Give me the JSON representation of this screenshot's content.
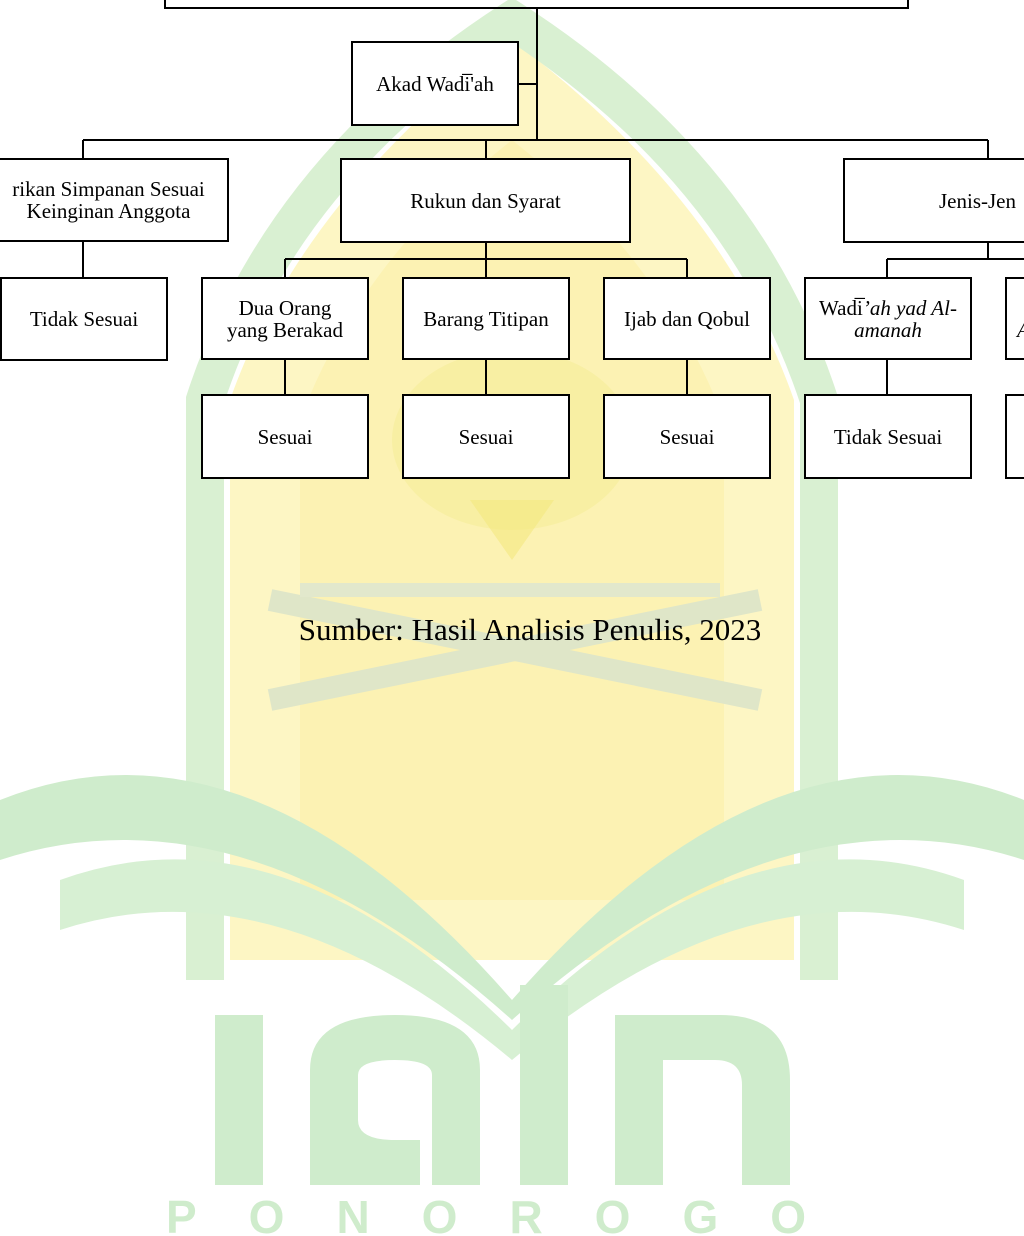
{
  "colors": {
    "watermark_green": "#cfeccc",
    "watermark_yellow": "#fbf3b5",
    "line": "#000000"
  },
  "diagram": {
    "root": {
      "label": "Akad Wadi̅'ah"
    },
    "branches": {
      "left": {
        "label_line1": "rikan Simpanan Sesuai",
        "label_line2": "Keinginan Anggota",
        "child": "Tidak Sesuai"
      },
      "middle": {
        "label": "Rukun dan Syarat",
        "children": [
          {
            "label_line1": "Dua Orang",
            "label_line2": "yang Berakad",
            "result": "Sesuai"
          },
          {
            "label": "Barang Titipan",
            "result": "Sesuai"
          },
          {
            "label": "Ijab dan Qobul",
            "result": "Sesuai"
          }
        ]
      },
      "right": {
        "label": "Jenis-Jen",
        "children": [
          {
            "label_plain": "Wadi̅",
            "label_italic": "’ah yad Al-",
            "label_line2": "amanah",
            "result": "Tidak Sesuai"
          },
          {
            "label_fragment": "A"
          }
        ]
      }
    }
  },
  "caption": "Sumber: Hasil Analisis Penulis, 2023",
  "watermark": {
    "text": "PONOROGO"
  }
}
